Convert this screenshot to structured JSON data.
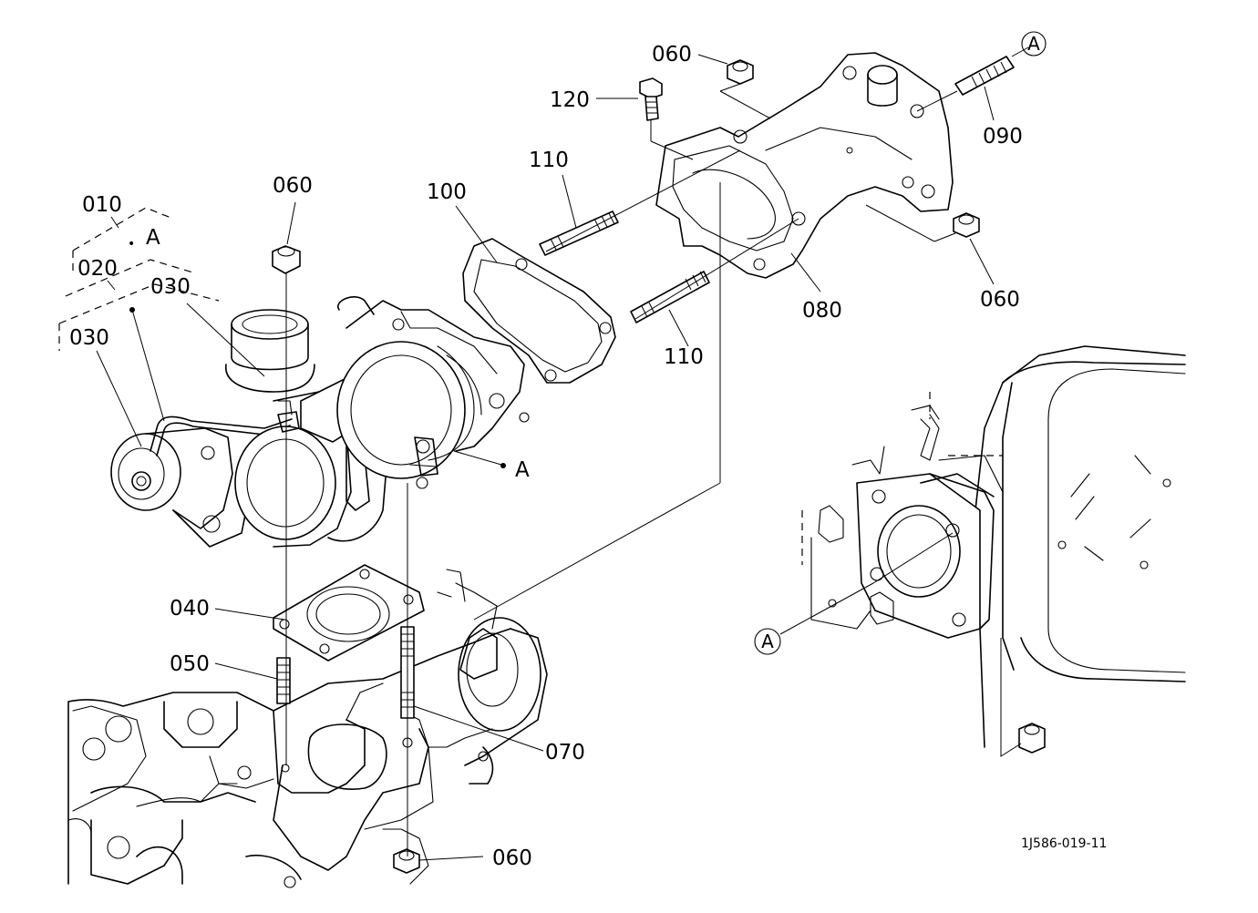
{
  "labels": {
    "p010": "010",
    "p020": "020",
    "p030_top": "030",
    "p030_left": "030",
    "p040": "040",
    "p050": "050",
    "p060_top": "060",
    "p060_left": "060",
    "p060_right": "060",
    "p060_bottom": "060",
    "p070": "070",
    "p080": "080",
    "p090": "090",
    "p100": "100",
    "p110_top": "110",
    "p110_bottom": "110",
    "p120": "120"
  },
  "refs": {
    "a_group": "A",
    "a_turbo": "A",
    "a_circle_top": "A",
    "a_circle_inset": "A"
  },
  "drawing_code": "1J586-019-11"
}
